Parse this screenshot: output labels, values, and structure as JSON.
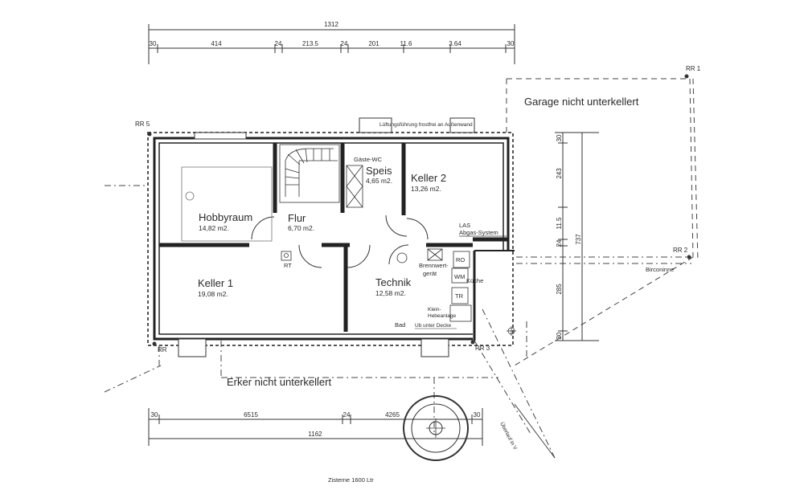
{
  "plan": {
    "dimensions": {
      "top_total": "1312",
      "top_segments": [
        "30",
        "414",
        "24",
        "213.5",
        "24",
        "201",
        "11.6",
        "3.64",
        "30"
      ],
      "bottom_segments": [
        "30",
        "6515",
        "24",
        "4265",
        "30"
      ],
      "bottom_total": "1162",
      "right_total": "737",
      "right_segments": [
        "30",
        "243",
        "11.5",
        "24",
        "285",
        "30"
      ]
    },
    "rooms": {
      "hobbyraum": {
        "name": "Hobbyraum",
        "area": "14,82 m2."
      },
      "flur": {
        "name": "Flur",
        "area": "6,70 m2."
      },
      "speis": {
        "name": "Speis",
        "area": "4,65 m2."
      },
      "gaeste_wc": {
        "name": "Gäste-WC"
      },
      "keller2": {
        "name": "Keller 2",
        "area": "13,26 m2."
      },
      "keller1": {
        "name": "Keller 1",
        "area": "19,08 m2."
      },
      "technik": {
        "name": "Technik",
        "area": "12,58 m2."
      }
    },
    "labels": {
      "garage": "Garage nicht unterkellert",
      "erker": "Erker nicht unterkellert",
      "lueftung": "Lüftungsführung frostfrei an Außenwand",
      "las": "LAS",
      "abgas": "Abgas-System",
      "brennwert1": "Brennwert-",
      "brennwert2": "gerät",
      "ro": "RO",
      "wm": "WM",
      "tr": "TR",
      "kueche": "Küche",
      "klein1": "Klein-",
      "klein2": "Hebeanlage",
      "bad": "Bad",
      "ub": "Ub unter Decke",
      "rt": "RT",
      "birconinne": "Birconinne",
      "rr1": "RR 1",
      "rr2": "RR 2",
      "rr3": "RR 3",
      "rr5": "RR 5",
      "rr4": "RR",
      "oberlauf": "Überlauf in V",
      "tank": "Zisterne 1600 Ltr"
    }
  }
}
